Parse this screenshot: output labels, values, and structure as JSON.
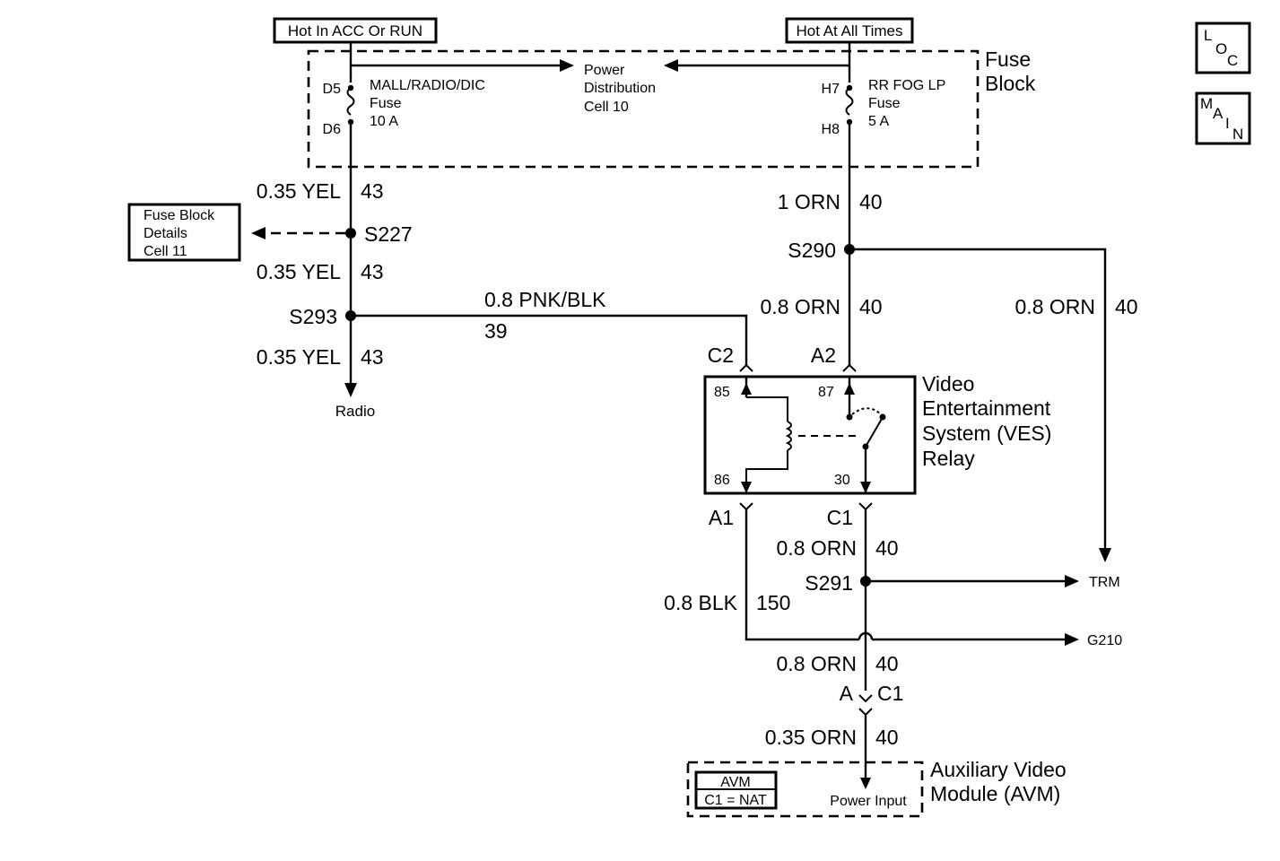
{
  "power_labels": {
    "acc_run": "Hot In ACC Or RUN",
    "all_times": "Hot At All Times"
  },
  "fuse_block": {
    "title": [
      "Fuse",
      "Block"
    ],
    "fuse_left": {
      "pin_in": "D5",
      "pin_out": "D6",
      "name": "MALL/RADIO/DIC",
      "type": "Fuse",
      "rating": "10 A"
    },
    "fuse_right": {
      "pin_in": "H7",
      "pin_out": "H8",
      "name": "RR FOG LP",
      "type": "Fuse",
      "rating": "5 A"
    },
    "power_dist": [
      "Power",
      "Distribution",
      "Cell 10"
    ]
  },
  "fuse_block_details": [
    "Fuse Block",
    "Details",
    "Cell 11"
  ],
  "nav": {
    "loc": [
      "L",
      "O",
      "C"
    ],
    "main": [
      "M",
      "A",
      "I",
      "N"
    ]
  },
  "wires": {
    "yel_top": {
      "gauge": "0.35 YEL",
      "circuit": "43"
    },
    "yel_mid": {
      "gauge": "0.35 YEL",
      "circuit": "43"
    },
    "yel_bot": {
      "gauge": "0.35 YEL",
      "circuit": "43"
    },
    "pnk": {
      "gauge": "0.8 PNK/BLK",
      "circuit": "39"
    },
    "orn_top": {
      "gauge": "1 ORN",
      "circuit": "40"
    },
    "orn_relay": {
      "gauge": "0.8 ORN",
      "circuit": "40"
    },
    "orn_trm": {
      "gauge": "0.8 ORN",
      "circuit": "40"
    },
    "orn_c1": {
      "gauge": "0.8 ORN",
      "circuit": "40"
    },
    "orn_lower": {
      "gauge": "0.8 ORN",
      "circuit": "40"
    },
    "orn_avm": {
      "gauge": "0.35 ORN",
      "circuit": "40"
    },
    "blk": {
      "gauge": "0.8 BLK",
      "circuit": "150"
    }
  },
  "splices": {
    "s227": "S227",
    "s293": "S293",
    "s290": "S290",
    "s291": "S291"
  },
  "connectors": {
    "c2": "C2",
    "a2": "A2",
    "a1": "A1",
    "c1": "C1",
    "a": "A",
    "c1_avm": "C1"
  },
  "relay": {
    "title": [
      "Video",
      "Entertainment",
      "System (VES)",
      "Relay"
    ],
    "pins": {
      "p85": "85",
      "p87": "87",
      "p86": "86",
      "p30": "30"
    }
  },
  "destinations": {
    "radio": "Radio",
    "trm": "TRM",
    "g210": "G210"
  },
  "avm": {
    "title": [
      "Auxiliary Video",
      "Module (AVM)"
    ],
    "tag": "AVM",
    "connector": "C1 = NAT",
    "power_input": "Power Input"
  }
}
